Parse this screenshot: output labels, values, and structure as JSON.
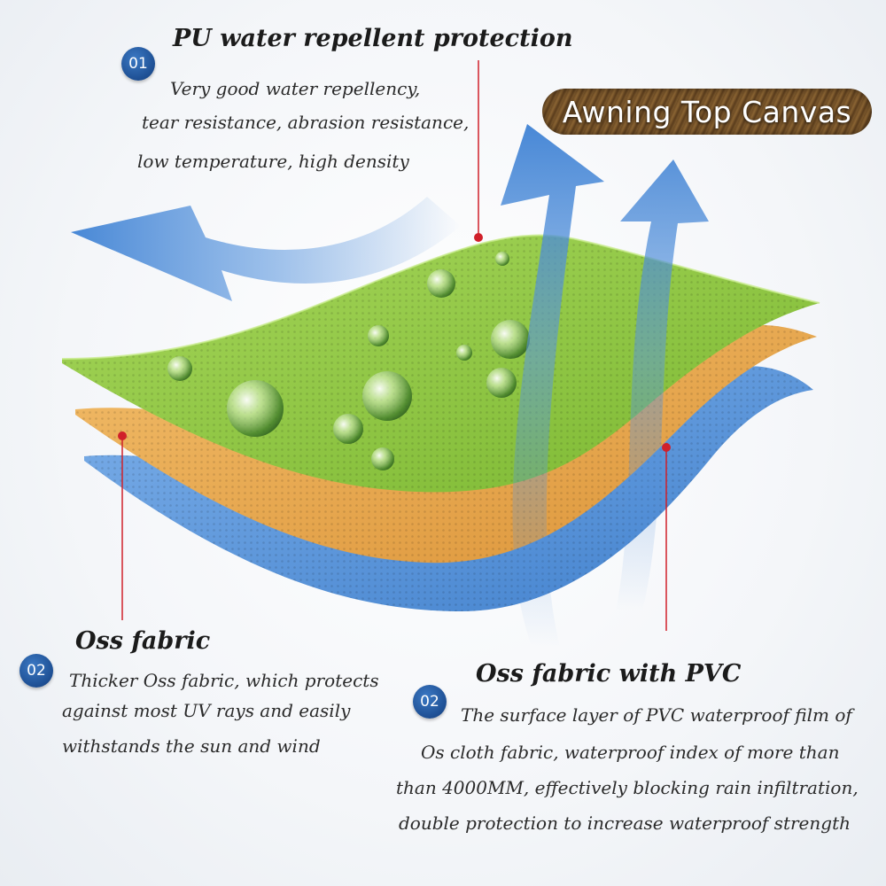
{
  "label": "Awning Top Canvas",
  "sections": [
    {
      "number": "01",
      "title": "PU water repellent protection",
      "lines": [
        "Very good water repellency,",
        "tear resistance, abrasion resistance,",
        "low temperature, high density"
      ]
    },
    {
      "number": "02",
      "title": "Oss fabric",
      "lines": [
        "Thicker Oss fabric, which protects",
        "against most UV rays and easily",
        "withstands the sun and wind"
      ]
    },
    {
      "number": "02",
      "title": "Oss fabric with PVC",
      "lines": [
        "The surface layer of PVC waterproof film of",
        "Os cloth fabric,   waterproof index of more than",
        "than 4000MM, effectively blocking rain infiltration,",
        "double protection to increase waterproof strength"
      ]
    }
  ],
  "colors": {
    "top_layer": "#8cc63f",
    "middle_layer": "#e8a34a",
    "bottom_layer": "#4f8fd6",
    "badge": "#1e4f93",
    "marker": "#d0202a",
    "arrow": "#4a8ad8"
  }
}
